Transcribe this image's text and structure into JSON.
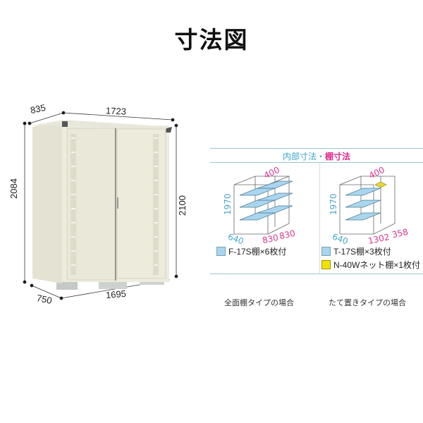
{
  "title": "寸法図",
  "shed": {
    "dims": {
      "top_depth": "835",
      "top_width": "1723",
      "left_height": "2084",
      "right_height": "2100",
      "bottom_depth": "750",
      "bottom_width": "1695"
    },
    "colors": {
      "body": "#e8e6d6",
      "door": "#eeecde",
      "shade": "#d6d4c2",
      "base": "#c9ccc9"
    }
  },
  "panel": {
    "header_internal": "内部寸法",
    "header_sep": "・",
    "header_shelf": "棚寸法",
    "colors": {
      "line": "#9bc8cf",
      "cyan": "#3aa5c8",
      "magenta": "#e0288c",
      "shelf": "#a9d6ee",
      "net": "#f1e300"
    },
    "left": {
      "height": "1970",
      "depth": "640",
      "shelf_depth": "400",
      "width_a": "830",
      "width_b": "830",
      "legend": [
        {
          "swatch": "#a9d6ee",
          "label": "F-17S棚×6枚付"
        }
      ],
      "caption": "全面棚タイプの場合"
    },
    "right": {
      "height": "1970",
      "depth": "640",
      "shelf_depth": "400",
      "width_a": "1302",
      "width_b": "358",
      "legend": [
        {
          "swatch": "#a9d6ee",
          "label": "T-17S棚×3枚付"
        },
        {
          "swatch": "#f1e300",
          "label": "N-40Wネット棚×1枚付"
        }
      ],
      "caption": "たて置きタイプの場合"
    }
  }
}
